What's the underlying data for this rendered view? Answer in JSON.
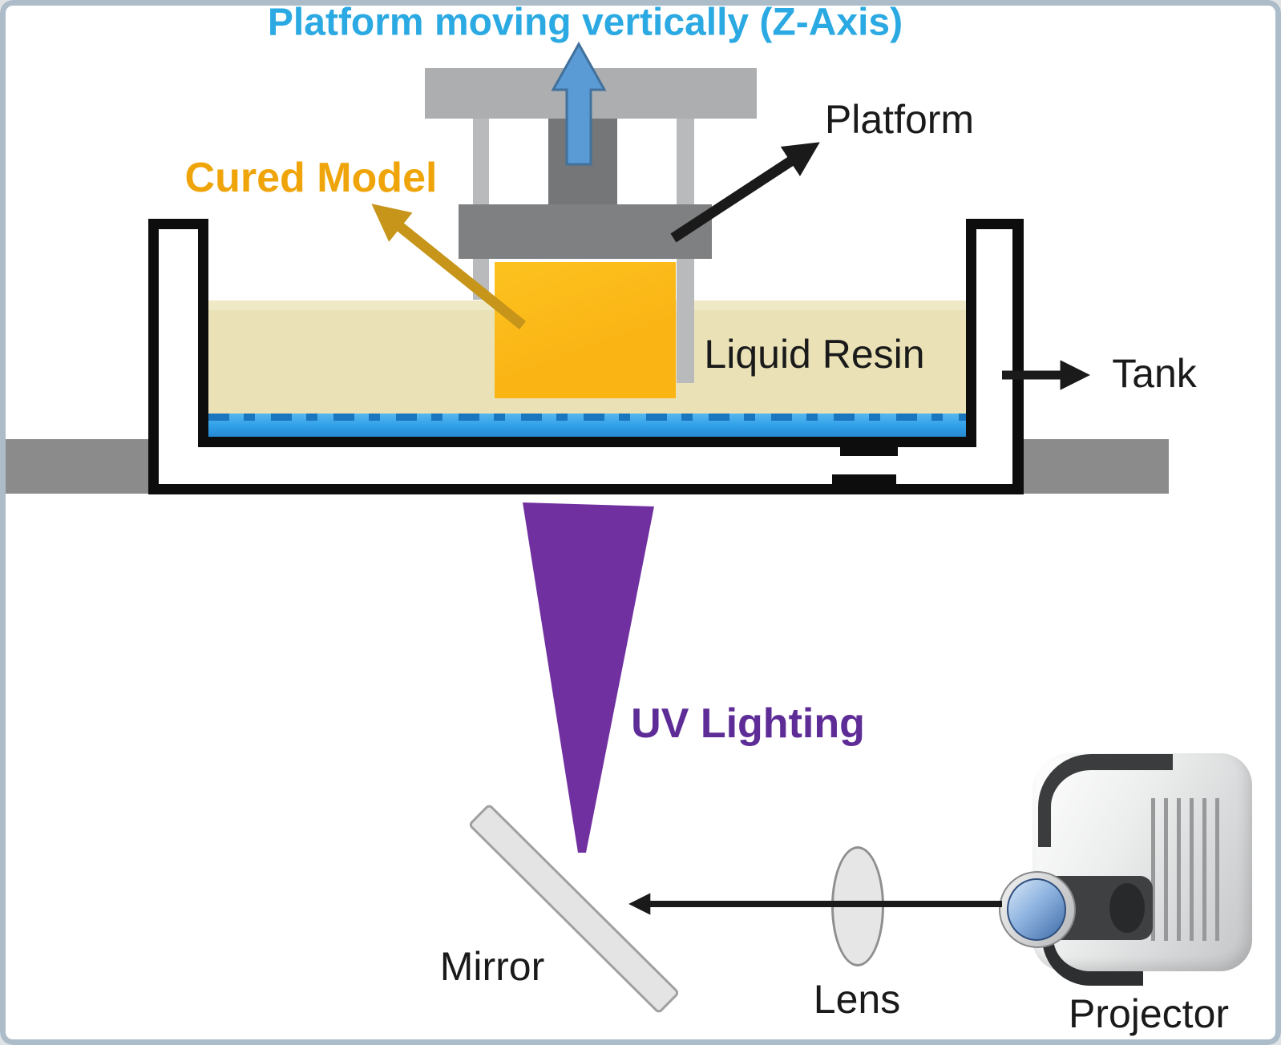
{
  "title": "Platform moving vertically (Z-Axis)",
  "labels": {
    "platform": "Platform",
    "cured_model": "Cured Model",
    "liquid_resin": "Liquid Resin",
    "tank": "Tank",
    "uv_lighting": "UV Lighting",
    "mirror": "Mirror",
    "lens": "Lens",
    "projector": "Projector"
  },
  "colors": {
    "title_blue": "#2BA9E2",
    "label_black": "#1A1A1A",
    "gold_text": "#EFA50A",
    "gold_arrow": "#C6951A",
    "model_yellow": "#FAB515",
    "resin_beige": "#EAE2B6",
    "resin_beige_light": "#F0E9C6",
    "cure_blue": "#2F9FE8",
    "cure_blue_dark": "#1B76C0",
    "uv_purple": "#7030A0",
    "uv_text": "#5E2C96",
    "bar_gray": "#ADAEB0",
    "leg_gray": "#B9BABC",
    "plate_gray": "#7E8082",
    "column_gray": "#747678",
    "table_gray": "#8B8B8B",
    "tank_black": "#0D0D0D",
    "mirror_gray": "#E4E4E4",
    "mirror_border": "#A0A0A0",
    "lens_gray": "#E6E6E6",
    "z_arrow_fill": "#5B9BD5",
    "z_arrow_border": "#41719C",
    "frame_border": "#ADBCC9"
  }
}
